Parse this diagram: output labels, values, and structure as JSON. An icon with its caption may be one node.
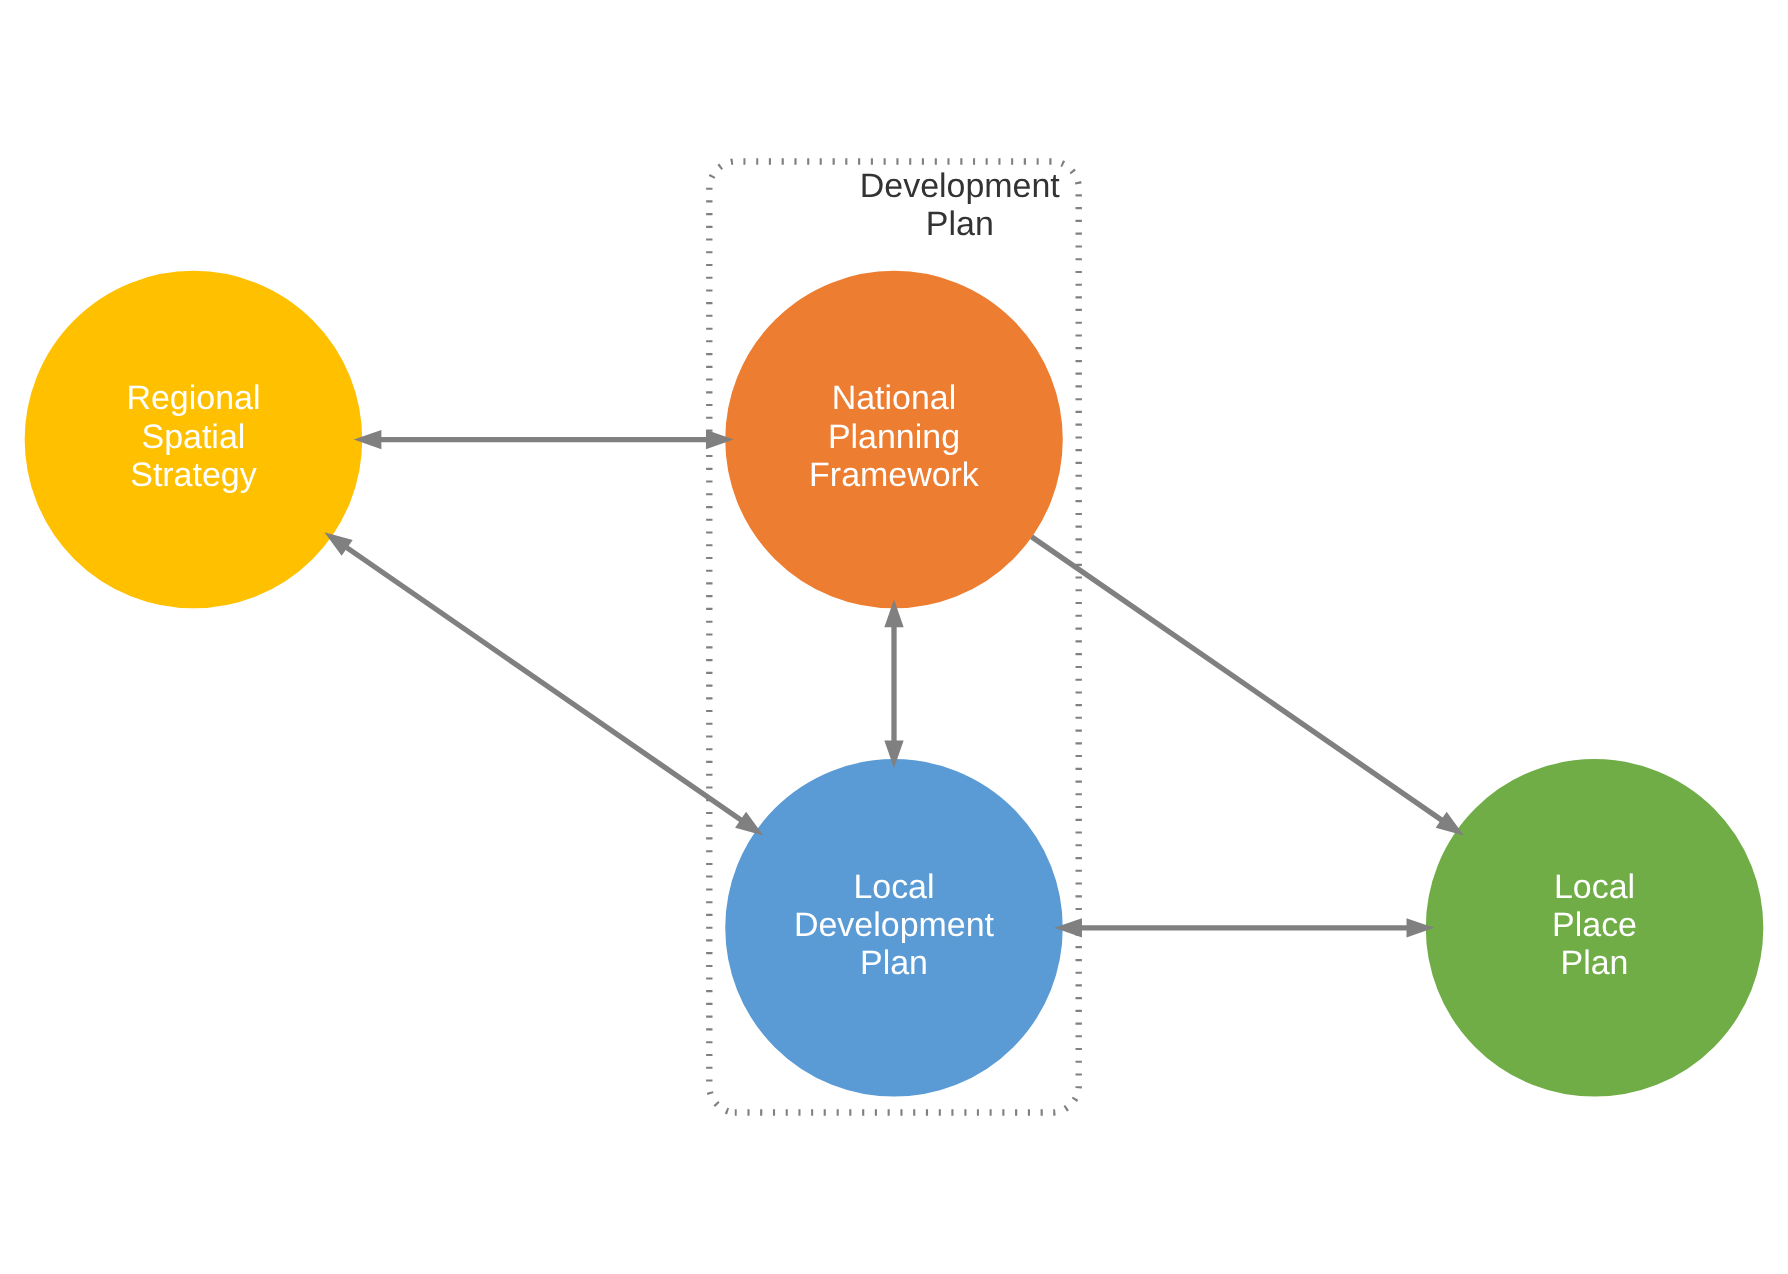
{
  "diagram": {
    "nodes": [
      {
        "text": [
          "Development Plan"
        ]
      },
      {
        "text": [
          "National Planning Framework"
        ],
        "in": 0
      },
      {
        "text": [
          "Regional Spatial Strategy"
        ]
      },
      {
        "text": [
          "Local Place Plan"
        ]
      },
      {
        "text": [
          "Local Development Plan"
        ],
        "in": 0
      }
    ],
    "edges": [
      {
        "from": 1,
        "to": 2,
        "arrow": "both"
      },
      {
        "from": 1,
        "to": 3,
        "arrow": "to"
      },
      {
        "from": 1,
        "to": 4,
        "arrow": "both"
      },
      {
        "from": 4,
        "to": 2,
        "arrow": "both"
      },
      {
        "from": 3,
        "to": 4,
        "arrow": "both"
      }
    ]
  }
}
